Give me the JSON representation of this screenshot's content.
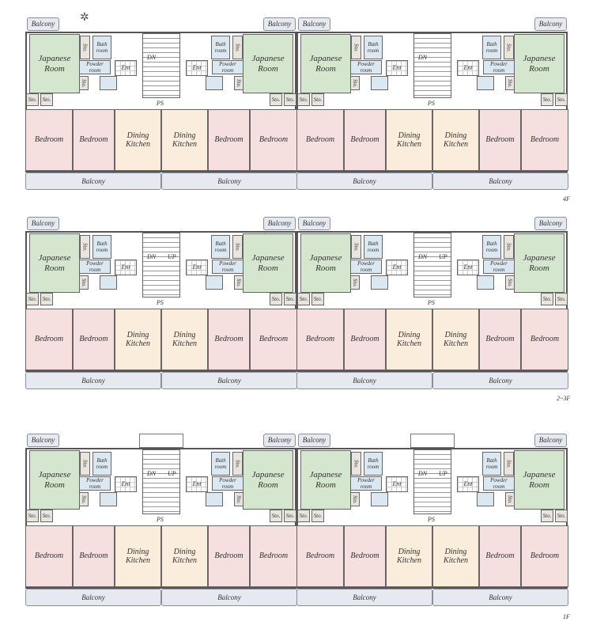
{
  "labels": {
    "balcony": "Balcony",
    "japanese_room": "Japanese Room",
    "sto": "Sto.",
    "bath_room": "Bath room",
    "powder_room": "Powder room",
    "ent": "Ent",
    "bedroom": "Bedroom",
    "dining_kitchen": "Dining Kitchen",
    "ps": "PS"
  },
  "compass_icon": "north-arrow",
  "floors": [
    {
      "label": "4F",
      "stairs": [
        "DN"
      ],
      "entrance_canopy": false
    },
    {
      "label": "2~3F",
      "stairs": [
        "DN",
        "UP"
      ],
      "entrance_canopy": false
    },
    {
      "label": "1F",
      "stairs": [
        "DN",
        "UP"
      ],
      "entrance_canopy": true
    }
  ],
  "colors": {
    "japanese_room": "#d5e6cf",
    "bedroom": "#f5dfdf",
    "dining_kitchen": "#fbeddb",
    "wet_area": "#dbe7f1",
    "balcony": "#e6e9ef"
  }
}
